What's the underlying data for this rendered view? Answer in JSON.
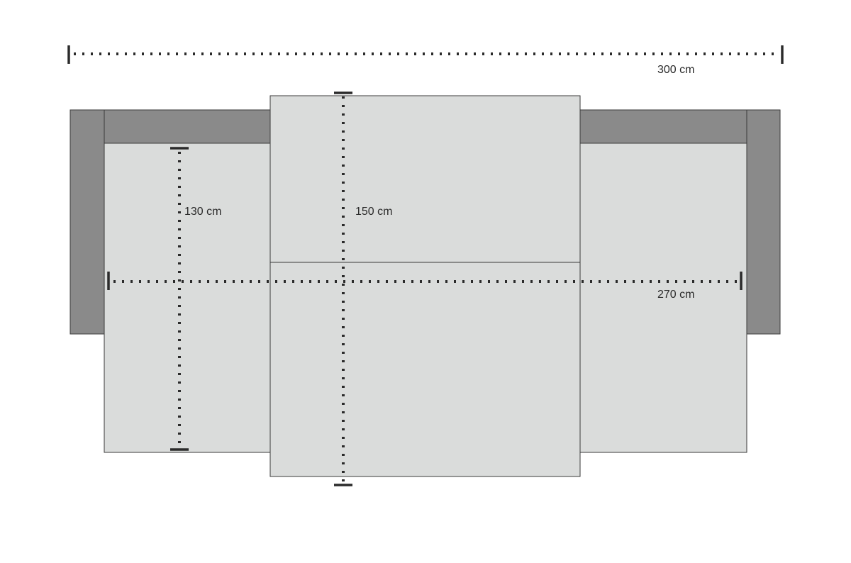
{
  "dimensions": {
    "total_width": "300 cm",
    "seat_width": "270 cm",
    "side_depth": "130 cm",
    "center_depth": "150 cm"
  },
  "colors": {
    "frame": "#8a8a8a",
    "cushion": "#dadcdb",
    "line": "#2b2b2b",
    "background": "#ffffff"
  }
}
